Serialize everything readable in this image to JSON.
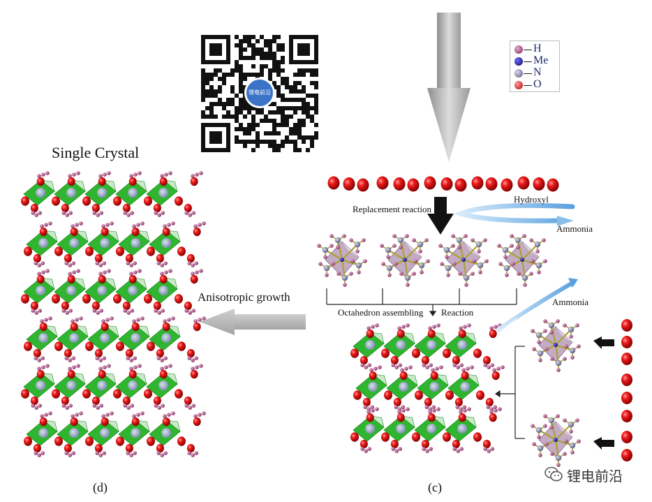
{
  "title_single_crystal": "Single Crystal",
  "label_anisotropic": "Anisotropic growth",
  "label_replacement": "Replacement reaction",
  "label_hydroxyl": "Hydroxyl",
  "label_ammonia_top": "Ammonia",
  "label_ammonia_mid": "Ammonia",
  "label_octahedron": "Octahedron assembling",
  "label_reaction": "Reaction",
  "panel_d": "(d)",
  "panel_c": "(c)",
  "legend": [
    {
      "label": "H",
      "color": "#c0537f"
    },
    {
      "label": "Me",
      "color": "#1a1a9a"
    },
    {
      "label": "N",
      "color": "#7e7ea6"
    },
    {
      "label": "O",
      "color": "#e01010"
    }
  ],
  "qr_center_text": "锂电前沿",
  "watermark_text": "锂电前沿",
  "colors": {
    "oxygen": "#e01010",
    "octahedron_green": "#2db52d",
    "hydrogen": "#a0487a",
    "nitrogen": "#7a7a9a",
    "ligand_olive": "#a8a232",
    "octa_purple": "#b596b5",
    "arrow_gray": "#b8b8b8",
    "hydroxyl_blue": "#7fb6e6"
  }
}
